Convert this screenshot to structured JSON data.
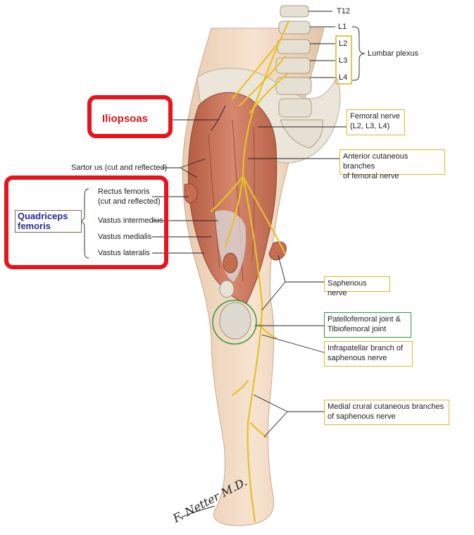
{
  "levels": [
    "T12",
    "L1",
    "L2",
    "L3",
    "L4"
  ],
  "lumbar_plexus": "Lumbar plexus",
  "iliopsoas": "Iliopsoas",
  "femoral_nerve": {
    "line1": "Femoral nerve",
    "line2": "(L2, L3, L4)"
  },
  "anterior_cutaneous": {
    "line1": "Anterior cutaneous branches",
    "line2": "of femoral nerve"
  },
  "sartorius": "Sartor us (cut and reflected)",
  "quadriceps": {
    "line1": "Quadriceps",
    "line2": "femoris"
  },
  "quad_parts": {
    "rectus1": "Rectus femoris",
    "rectus2": "(cut and reflected)",
    "intermedius": "Vastus intermedius",
    "medialis": "Vastus medialis",
    "lateralis": "Vastus lateralis"
  },
  "saphenous": "Saphenous nerve",
  "joint": {
    "line1": "Patellofemoral joint &",
    "line2": "Tibiofemoral joint"
  },
  "infrapatellar": {
    "line1": "Infrapatellar branch of",
    "line2": "saphenous nerve"
  },
  "medial_crural": {
    "line1": "Medial crural cutaneous branches",
    "line2": "of saphenous nerve"
  },
  "signature": "F. Netter M.D.",
  "colors": {
    "red_highlight": "#e8141b",
    "yellow_box": "#e0b82b",
    "green_box": "#2e9a3e",
    "quad_text": "#232e8f",
    "skin": "#f3dcc4",
    "muscle": "#c8735a",
    "nerve": "#e6c12a",
    "bone": "#e9e4d9"
  }
}
